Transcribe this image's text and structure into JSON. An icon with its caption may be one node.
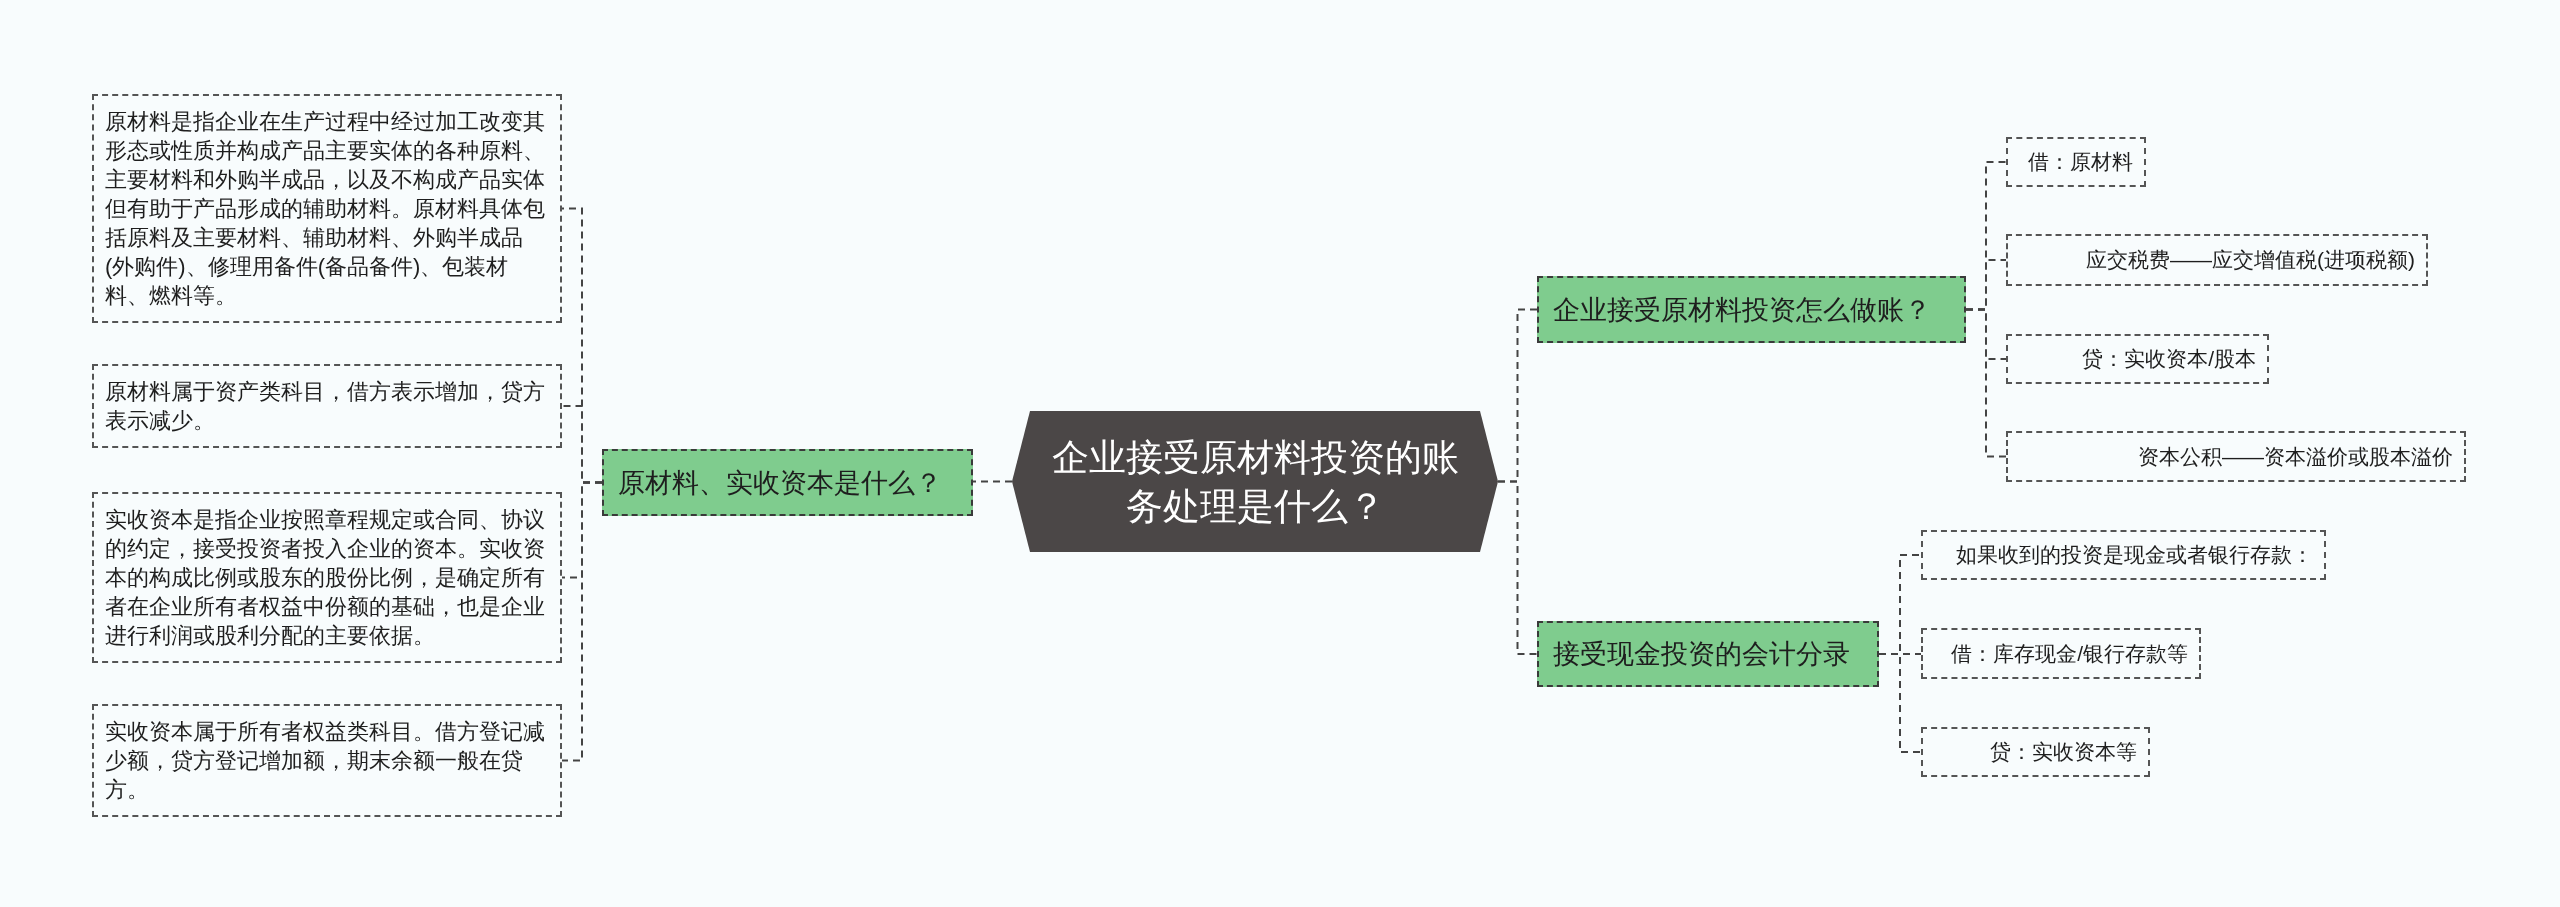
{
  "diagram": {
    "nodes": [
      {
        "text": [
          "企业接受原材料投资的账务处理是什么？"
        ]
      },
      {
        "text": [
          "原材料、实收资本是什么？"
        ]
      },
      {
        "text": [
          "原材料是指企业在生产过程中经过加工改变其形态或性质并构成产品主要实体的各种原料、主要材料和外购半成品，以及不构成产品实体但有助于产品形成的辅助材料。原材料具体包括原料及主要材料、辅助材料、外购半成品(外购件)、修理用备件(备品备件)、包装材料、燃料等。"
        ]
      },
      {
        "text": [
          "原材料属于资产类科目，借方表示增加，贷方表示减少。"
        ]
      },
      {
        "text": [
          "实收资本是指企业按照章程规定或合同、协议的约定，接受投资者投入企业的资本。实收资本的构成比例或股东的股份比例，是确定所有者在企业所有者权益中份额的基础，也是企业进行利润或股利分配的主要依据。"
        ]
      },
      {
        "text": [
          "实收资本属于所有者权益类科目。借方登记减少额，贷方登记增加额，期末余额一般在贷方。"
        ]
      },
      {
        "text": [
          "企业接受原材料投资怎么做账？"
        ]
      },
      {
        "text": [
          "借：原材料"
        ]
      },
      {
        "text": [
          "应交税费——应交增值税(进项税额)"
        ]
      },
      {
        "text": [
          "贷：实收资本/股本"
        ]
      },
      {
        "text": [
          "资本公积——资本溢价或股本溢价"
        ]
      },
      {
        "text": [
          "接受现金投资的会计分录"
        ]
      },
      {
        "text": [
          "如果收到的投资是现金或者银行存款："
        ]
      },
      {
        "text": [
          "借：库存现金/银行存款等"
        ]
      },
      {
        "text": [
          "贷：实收资本等"
        ]
      }
    ],
    "edges": [
      {
        "from": 0,
        "to": 1,
        "arrow": "none",
        "style": "dashed"
      },
      {
        "from": 1,
        "to": 2,
        "arrow": "none",
        "style": "dashed"
      },
      {
        "from": 1,
        "to": 3,
        "arrow": "none",
        "style": "dashed"
      },
      {
        "from": 1,
        "to": 4,
        "arrow": "none",
        "style": "dashed"
      },
      {
        "from": 1,
        "to": 5,
        "arrow": "none",
        "style": "dashed"
      },
      {
        "from": 0,
        "to": 6,
        "arrow": "none",
        "style": "dashed"
      },
      {
        "from": 6,
        "to": 7,
        "arrow": "none",
        "style": "dashed"
      },
      {
        "from": 6,
        "to": 8,
        "arrow": "none",
        "style": "dashed"
      },
      {
        "from": 6,
        "to": 9,
        "arrow": "none",
        "style": "dashed"
      },
      {
        "from": 6,
        "to": 10,
        "arrow": "none",
        "style": "dashed"
      },
      {
        "from": 0,
        "to": 11,
        "arrow": "none",
        "style": "dashed"
      },
      {
        "from": 11,
        "to": 12,
        "arrow": "none",
        "style": "dashed"
      },
      {
        "from": 11,
        "to": 13,
        "arrow": "none",
        "style": "dashed"
      },
      {
        "from": 11,
        "to": 14,
        "arrow": "none",
        "style": "dashed"
      }
    ]
  }
}
